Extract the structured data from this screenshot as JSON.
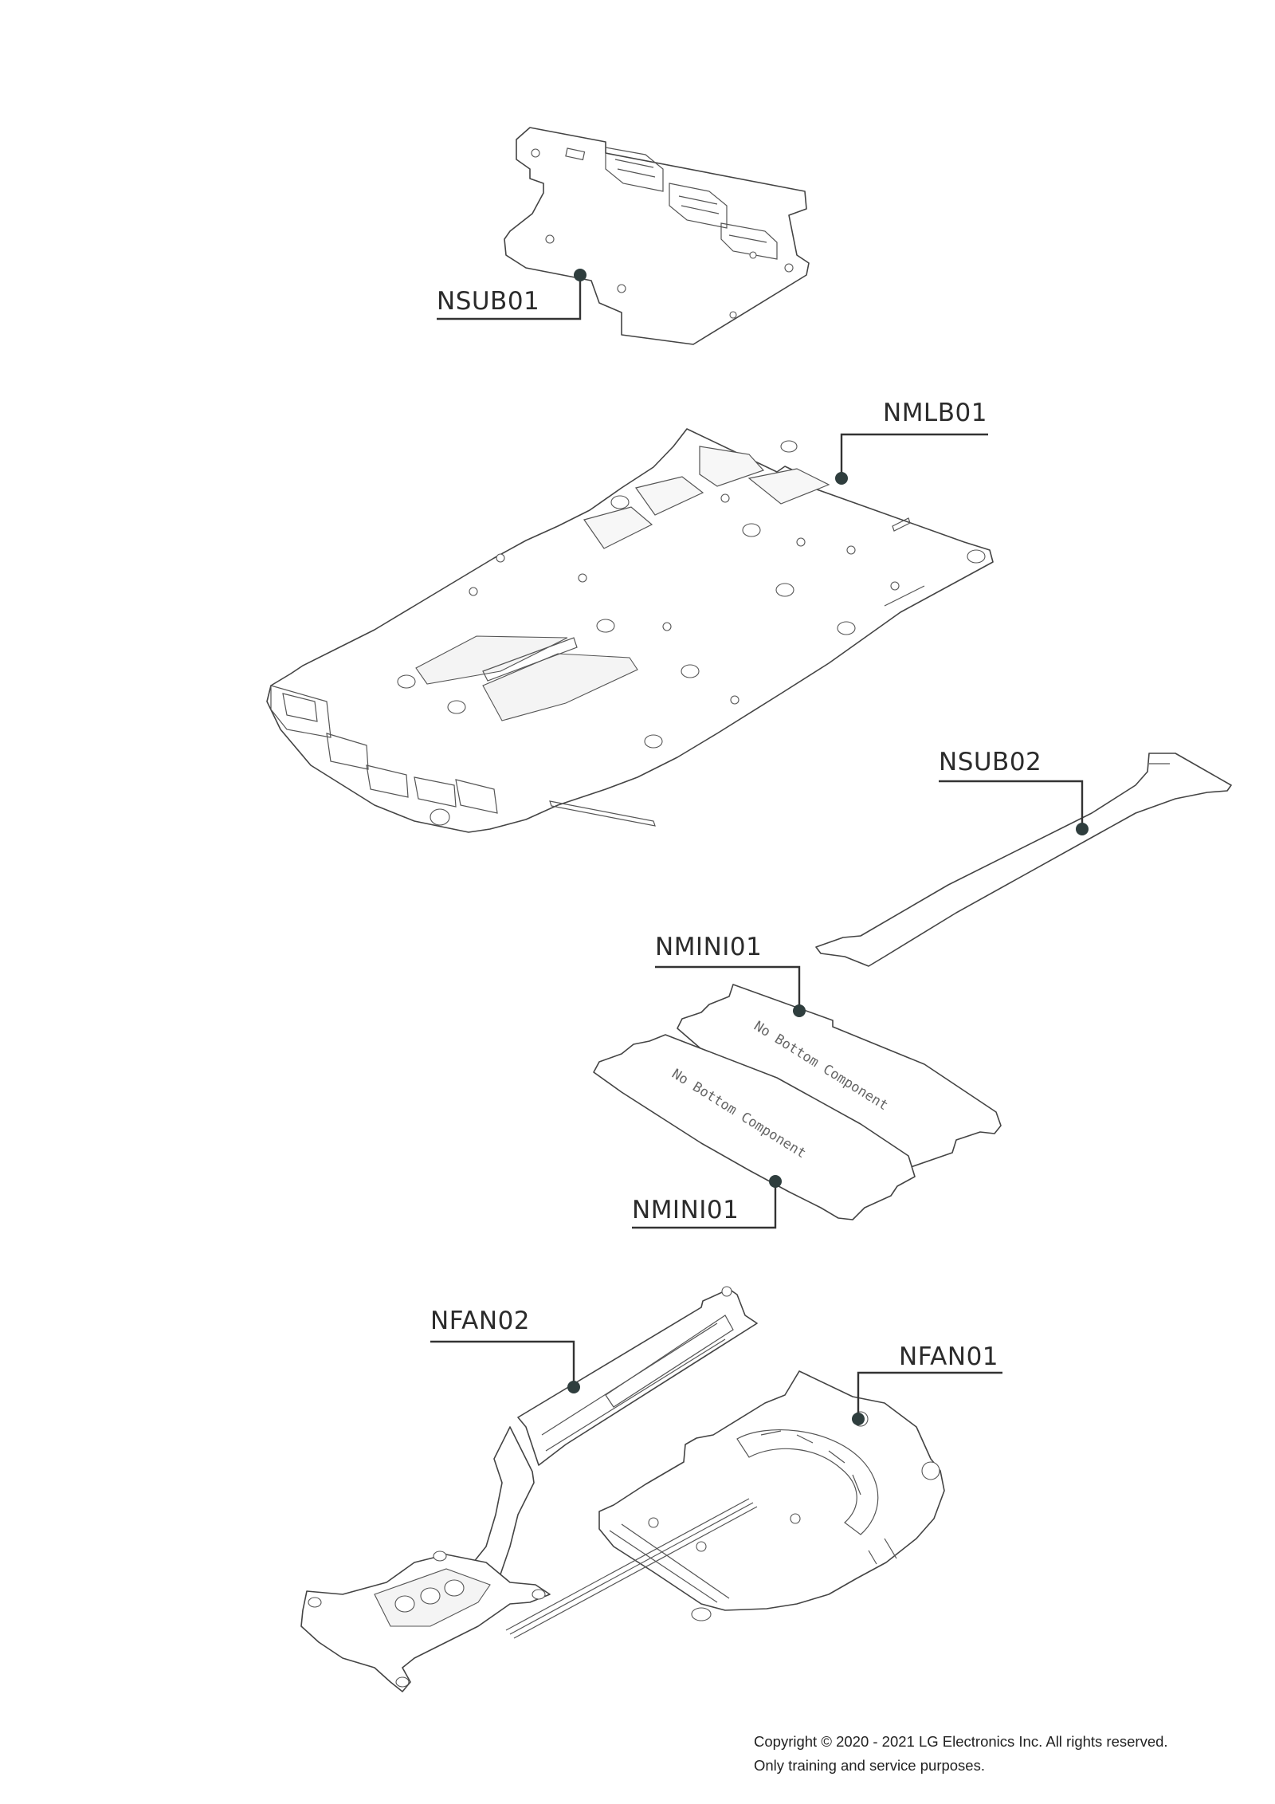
{
  "callouts": {
    "nsub01": "NSUB01",
    "nmlb01": "NMLB01",
    "nsub02": "NSUB02",
    "nmini01_top": "NMINI01",
    "nmini01_bottom": "NMINI01",
    "nfan02": "NFAN02",
    "nfan01": "NFAN01"
  },
  "module_stamps": {
    "top": "No Bottom Component",
    "bottom": "No Bottom Component"
  },
  "copyright": {
    "line1": "Copyright © 2020 - 2021 LG Electronics Inc. All rights reserved.",
    "line2": "Only training and service purposes."
  },
  "colors": {
    "outline": "#444444",
    "leader": "#333333",
    "dot": "#2f3e3e",
    "text": "#2b2b2b"
  }
}
